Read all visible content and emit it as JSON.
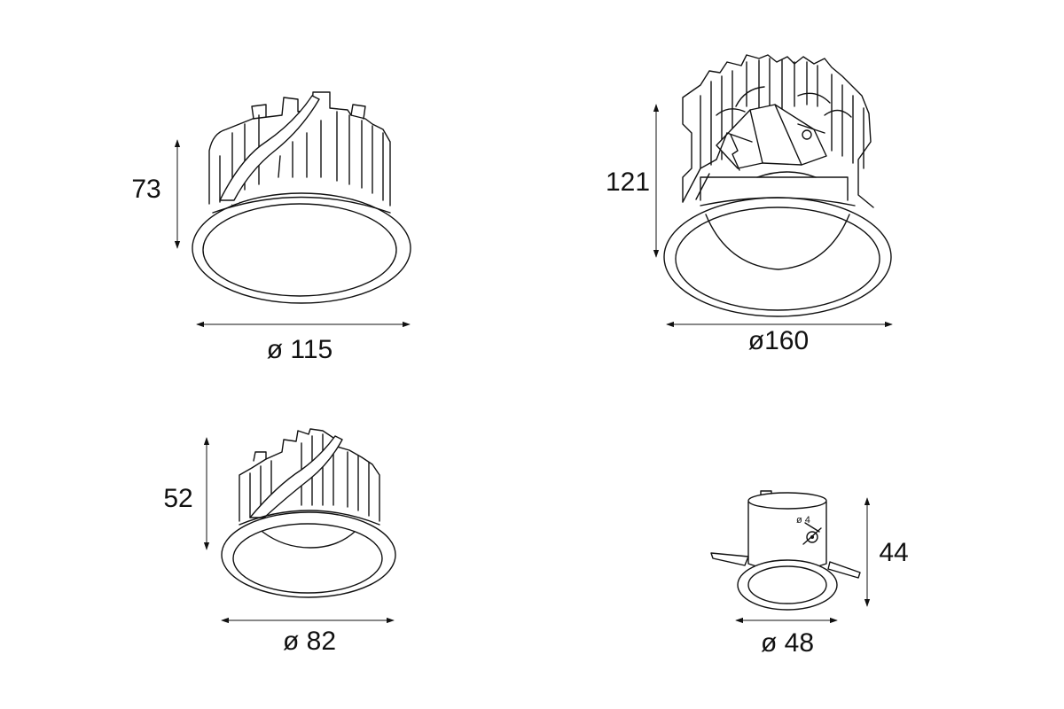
{
  "drawing": {
    "fixtures": [
      {
        "id": "fixture-115",
        "height_label": "73",
        "diameter_label": "ø 115"
      },
      {
        "id": "fixture-160",
        "height_label": "121",
        "diameter_label": "ø160"
      },
      {
        "id": "fixture-82",
        "height_label": "52",
        "diameter_label": "ø 82"
      },
      {
        "id": "fixture-48",
        "height_label": "44",
        "diameter_label": "ø 48"
      }
    ]
  }
}
